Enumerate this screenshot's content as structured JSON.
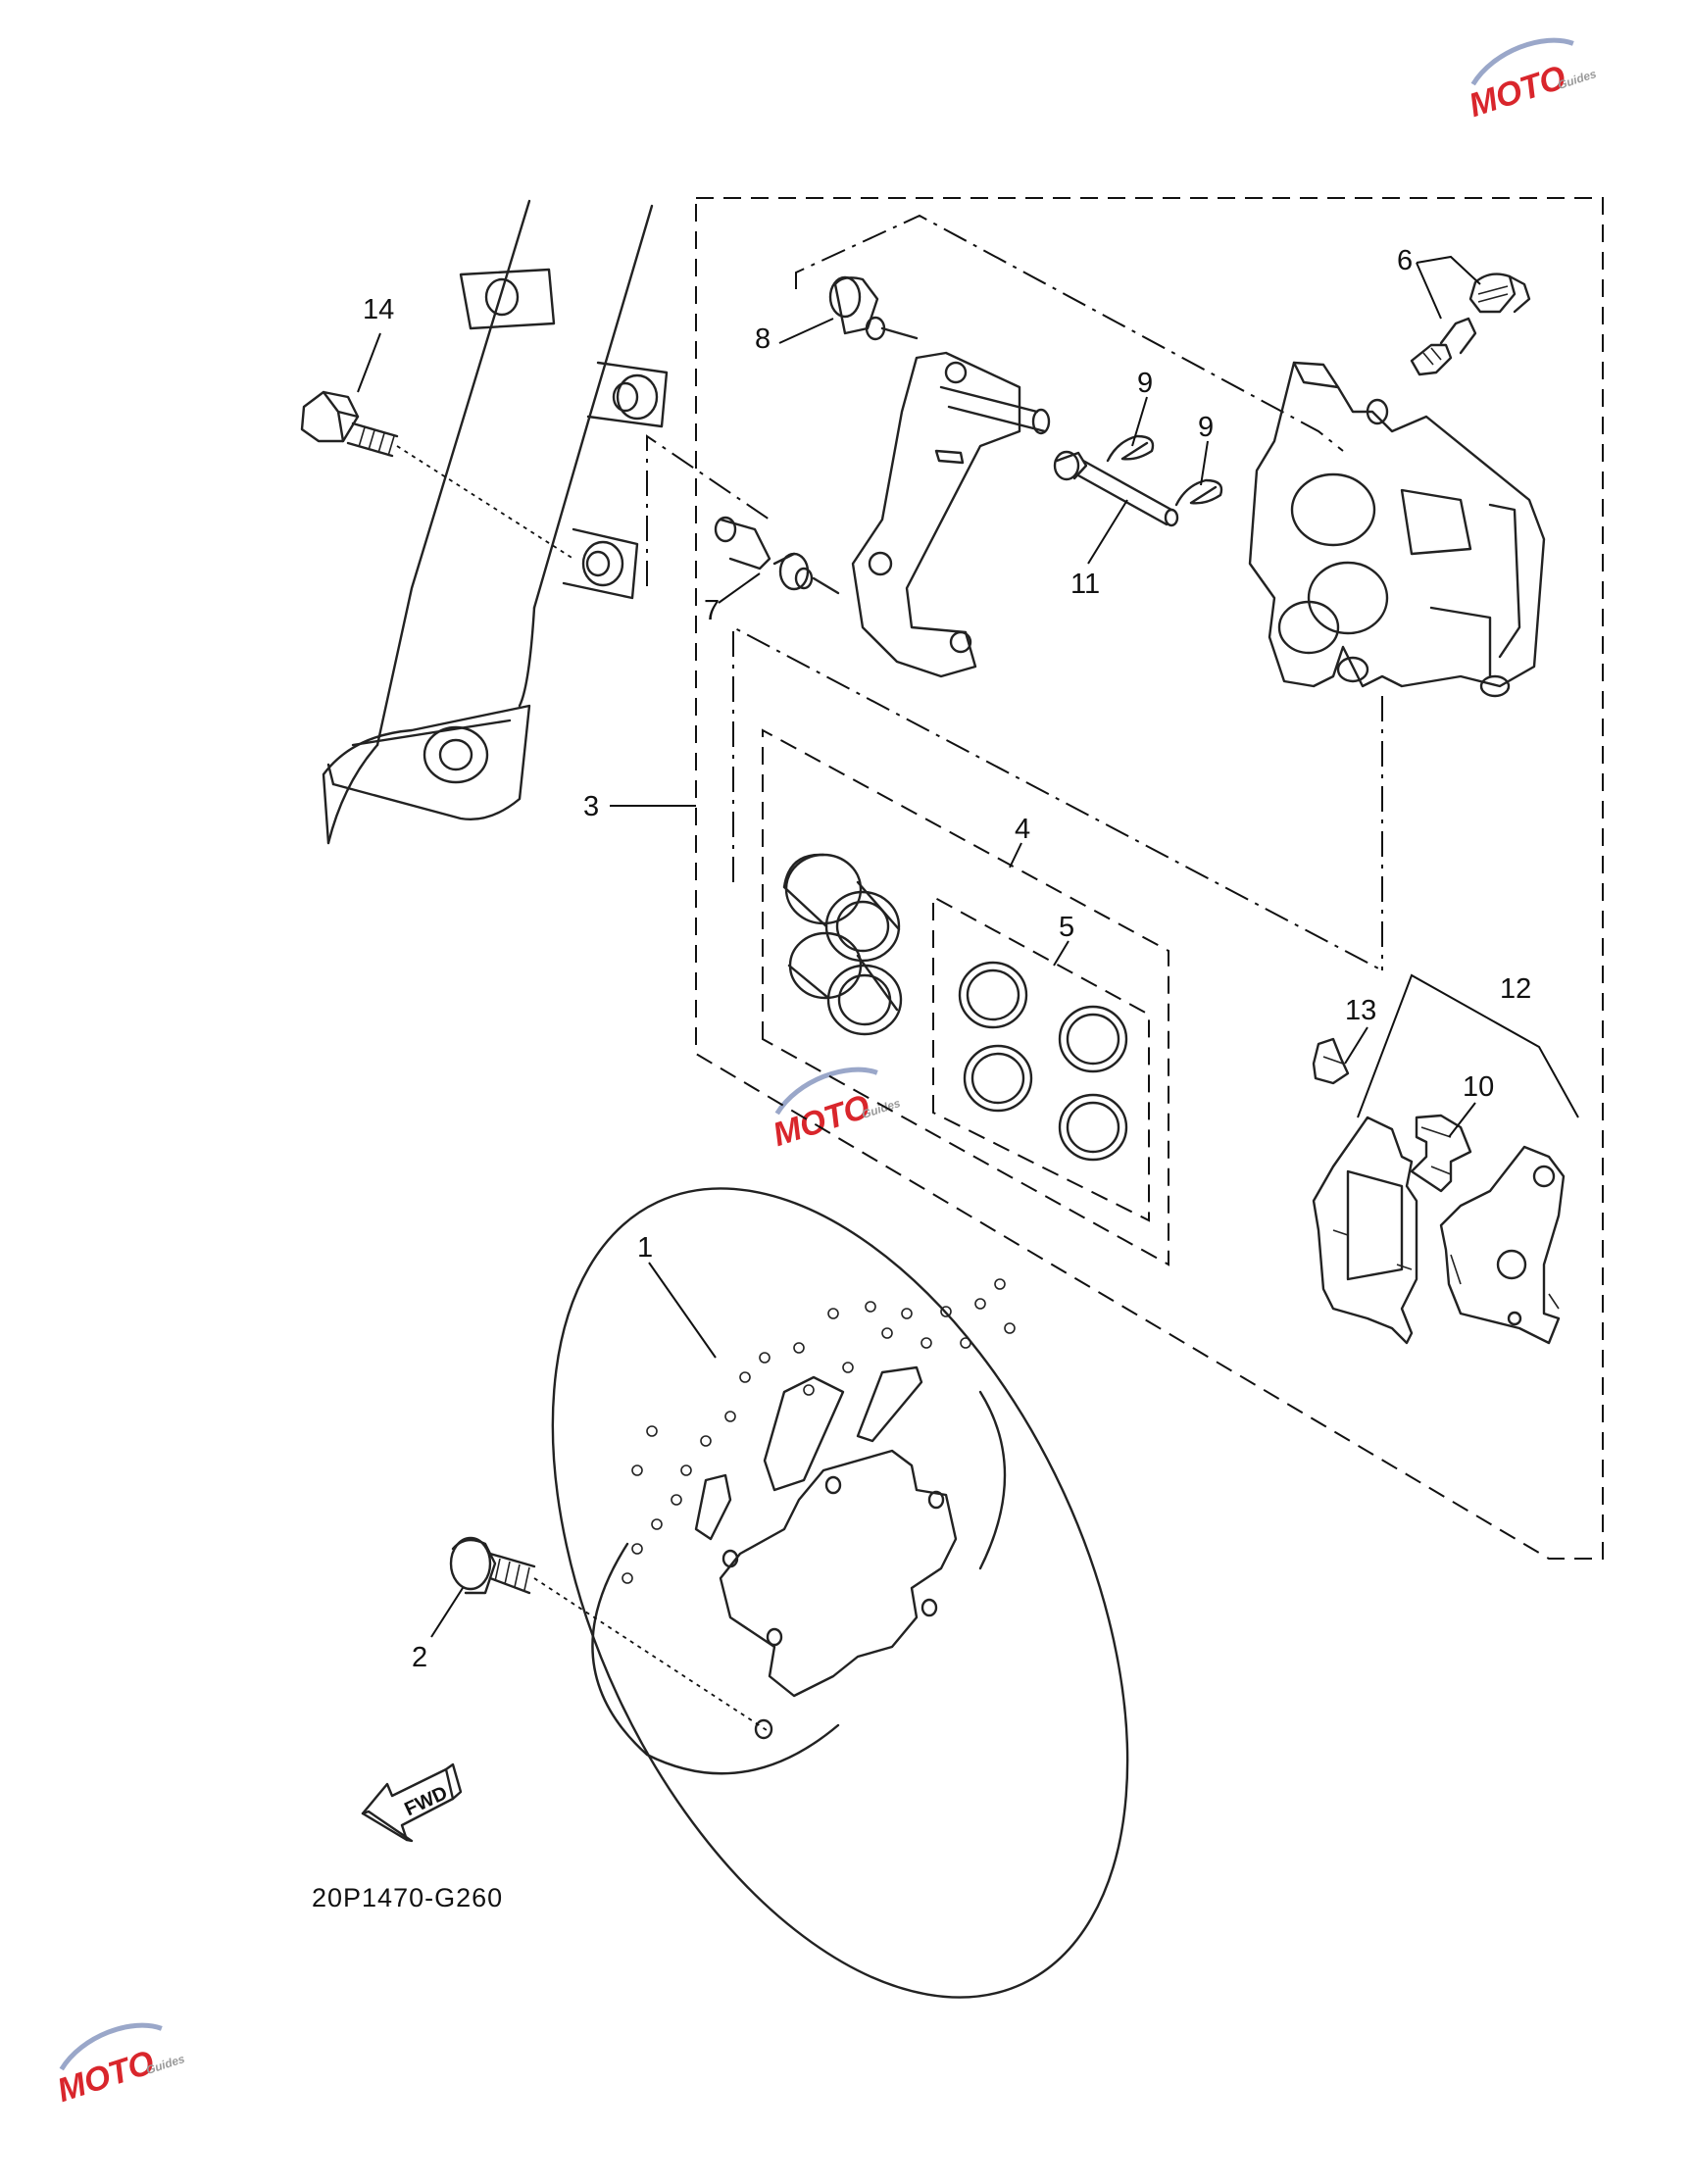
{
  "diagram_code": "20P1470-G260",
  "fwd_label": "FWD",
  "watermark": {
    "text": "MOTO",
    "subtext": "Guides",
    "color_red": "#d9262c",
    "color_blue": "#2f5fb3",
    "color_gray": "#9a9a9a"
  },
  "callouts": [
    "1",
    "2",
    "3",
    "4",
    "5",
    "6",
    "7",
    "8",
    "9",
    "9",
    "10",
    "11",
    "12",
    "13",
    "14"
  ]
}
